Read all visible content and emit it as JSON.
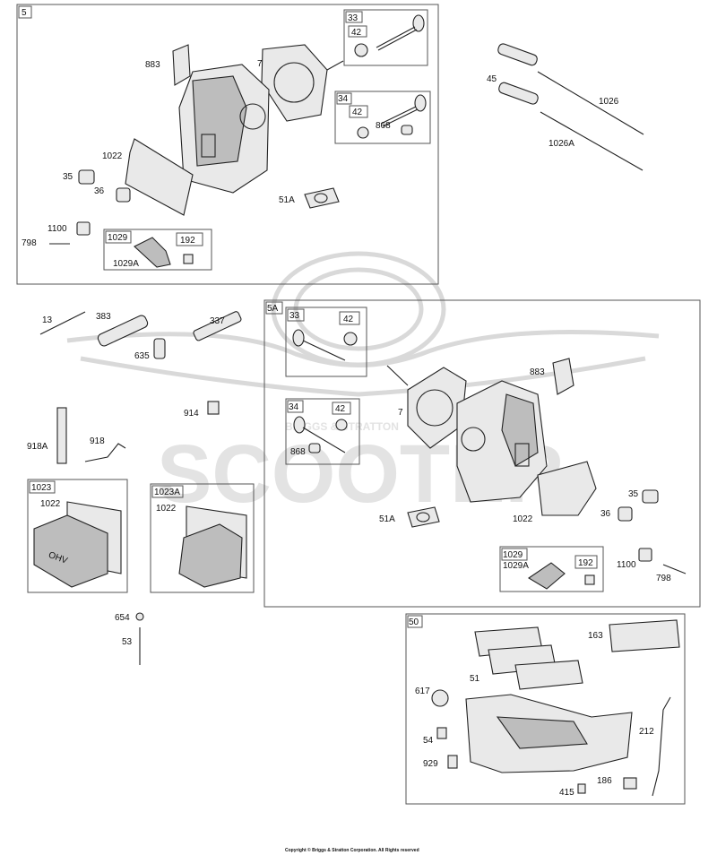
{
  "watermark": {
    "brand": "SCOOTER",
    "sub": "BRIGGS & STRATTON"
  },
  "groups": {
    "g5": "5",
    "g33a": "33",
    "g34a": "34",
    "g1029a": "1029",
    "g5A": "5A",
    "g33b": "33",
    "g34b": "34",
    "g1029b": "1029",
    "g1023": "1023",
    "g1023A": "1023A",
    "g50": "50",
    "g42a": "42",
    "g42b": "42",
    "g192a": "192",
    "g42c": "42",
    "g42d": "42",
    "g192b": "192"
  },
  "labels": {
    "l883a": "883",
    "l7a": "7",
    "l1022a": "1022",
    "l35a": "35",
    "l36a": "36",
    "l51Aa": "51A",
    "l868a": "868",
    "l1100a": "1100",
    "l798a": "798",
    "l1029Aa": "1029A",
    "l45": "45",
    "l1026": "1026",
    "l1026A": "1026A",
    "l13": "13",
    "l383": "383",
    "l337": "337",
    "l635": "635",
    "l914": "914",
    "l918A": "918A",
    "l918": "918",
    "l1022b": "1022",
    "l1022c": "1022",
    "l654": "654",
    "l53": "53",
    "l883b": "883",
    "l7b": "7",
    "l868b": "868",
    "l1022d": "1022",
    "l51Ab": "51A",
    "l35b": "35",
    "l36b": "36",
    "l1029Ab": "1029A",
    "l1100b": "1100",
    "l798b": "798",
    "l163": "163",
    "l51": "51",
    "l617": "617",
    "l54": "54",
    "l929": "929",
    "l415": "415",
    "l186": "186",
    "l212": "212"
  },
  "stamp": {
    "ohv": "OHV"
  },
  "footer": {
    "copyright": "Copyright © Briggs & Stratton Corporation. All Rights reserved"
  }
}
